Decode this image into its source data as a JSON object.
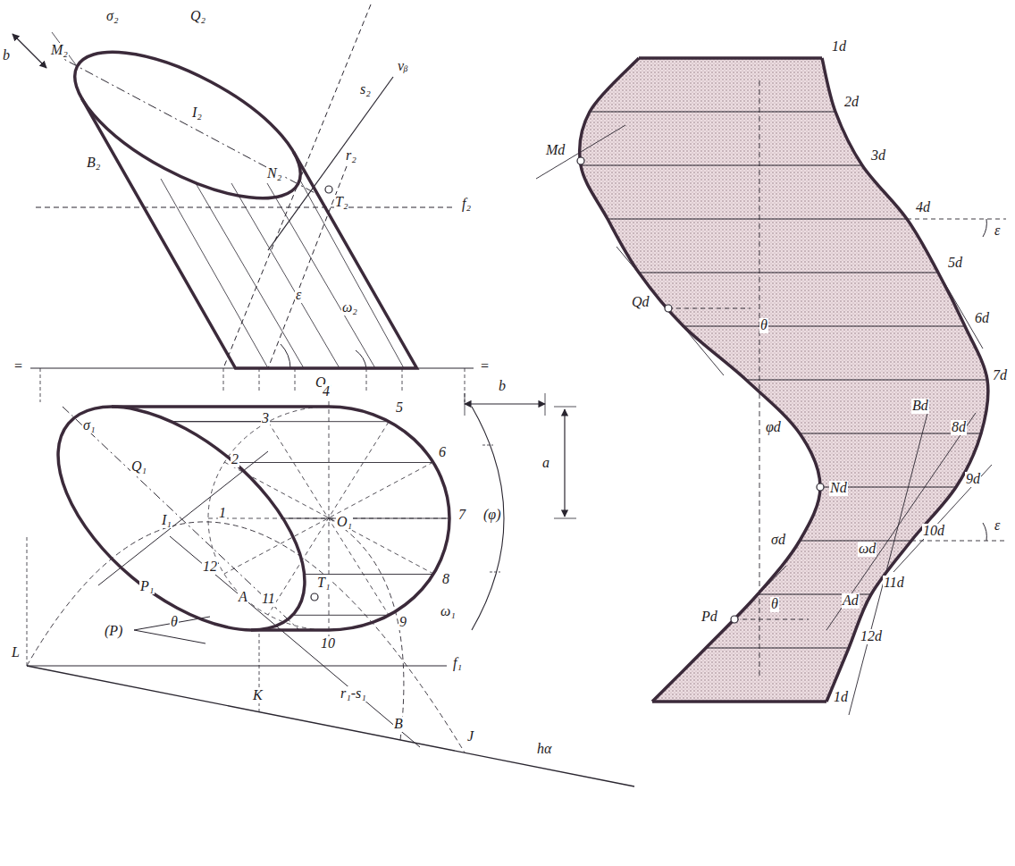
{
  "diagram": {
    "labels": [
      "b",
      "σ₂",
      "Q₂",
      "M₂",
      "I₂",
      "s₂",
      "r₂",
      "vᵦ",
      "N₂",
      "B₂",
      "T₂",
      "f₂",
      "ε",
      "ω₂",
      "O₂",
      "=",
      "=",
      "4",
      "3",
      "5",
      "6",
      "7",
      "8",
      "9",
      "10",
      "11",
      "12",
      "1",
      "2",
      "σ₁",
      "Q₁",
      "I₁",
      "O₁",
      "P₁",
      "A",
      "T₁",
      "ω₁",
      "(P)",
      "θ",
      "b",
      "a",
      "(φ)",
      "f₁",
      "L",
      "K",
      "r₁-s₁",
      "B",
      "J",
      "hα",
      "1d",
      "2d",
      "3d",
      "4d",
      "5d",
      "6d",
      "7d",
      "Bd",
      "8d",
      "9d",
      "10d",
      "ωd",
      "11d",
      "Ad",
      "12d",
      "1d",
      "Md",
      "Qd",
      "Nd",
      "σd",
      "Pd",
      "φd",
      "θ",
      "θ",
      "ε",
      "ε"
    ]
  }
}
